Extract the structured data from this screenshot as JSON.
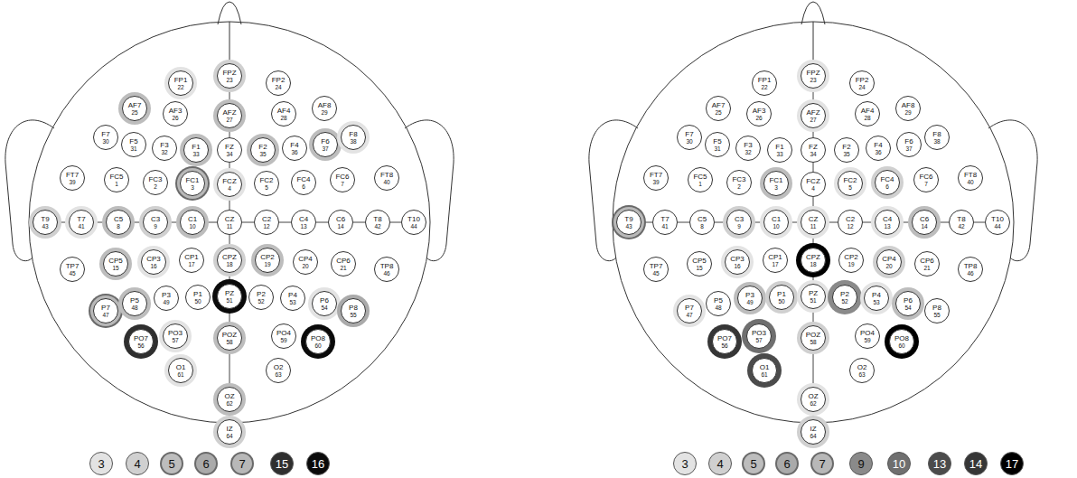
{
  "diagram": {
    "nodes": [
      {
        "text": [
          "FP1",
          "22"
        ]
      },
      {
        "text": [
          "FPZ",
          "23"
        ]
      },
      {
        "text": [
          "FP2",
          "24"
        ]
      },
      {
        "text": [
          "AF7",
          "25"
        ]
      },
      {
        "text": [
          "AF3",
          "26"
        ]
      },
      {
        "text": [
          "AFZ",
          "27"
        ]
      },
      {
        "text": [
          "AF4",
          "28"
        ]
      },
      {
        "text": [
          "AF8",
          "29"
        ]
      },
      {
        "text": [
          "F7",
          "30"
        ]
      },
      {
        "text": [
          "F5",
          "31"
        ]
      },
      {
        "text": [
          "F3",
          "32"
        ]
      },
      {
        "text": [
          "F1",
          "33"
        ]
      },
      {
        "text": [
          "FZ",
          "34"
        ]
      },
      {
        "text": [
          "F2",
          "35"
        ]
      },
      {
        "text": [
          "F4",
          "36"
        ]
      },
      {
        "text": [
          "F6",
          "37"
        ]
      },
      {
        "text": [
          "F8",
          "38"
        ]
      },
      {
        "text": [
          "FT7",
          "39"
        ]
      },
      {
        "text": [
          "FC5",
          "1"
        ]
      },
      {
        "text": [
          "FC3",
          "2"
        ]
      },
      {
        "text": [
          "FC1",
          "3"
        ]
      },
      {
        "text": [
          "FCZ",
          "4"
        ]
      },
      {
        "text": [
          "FC2",
          "5"
        ]
      },
      {
        "text": [
          "FC4",
          "6"
        ]
      },
      {
        "text": [
          "FC6",
          "7"
        ]
      },
      {
        "text": [
          "FT8",
          "40"
        ]
      },
      {
        "text": [
          "T9",
          "43"
        ]
      },
      {
        "text": [
          "T7",
          "41"
        ]
      },
      {
        "text": [
          "C5",
          "8"
        ]
      },
      {
        "text": [
          "C3",
          "9"
        ]
      },
      {
        "text": [
          "C1",
          "10"
        ]
      },
      {
        "text": [
          "CZ",
          "11"
        ]
      },
      {
        "text": [
          "C2",
          "12"
        ]
      },
      {
        "text": [
          "C4",
          "13"
        ]
      },
      {
        "text": [
          "C6",
          "14"
        ]
      },
      {
        "text": [
          "T8",
          "42"
        ]
      },
      {
        "text": [
          "T10",
          "44"
        ]
      },
      {
        "text": [
          "TP7",
          "45"
        ]
      },
      {
        "text": [
          "CP5",
          "15"
        ]
      },
      {
        "text": [
          "CP3",
          "16"
        ]
      },
      {
        "text": [
          "CP1",
          "17"
        ]
      },
      {
        "text": [
          "CPZ",
          "18"
        ]
      },
      {
        "text": [
          "CP2",
          "19"
        ]
      },
      {
        "text": [
          "CP4",
          "20"
        ]
      },
      {
        "text": [
          "CP6",
          "21"
        ]
      },
      {
        "text": [
          "TP8",
          "46"
        ]
      },
      {
        "text": [
          "P7",
          "47"
        ]
      },
      {
        "text": [
          "P5",
          "48"
        ]
      },
      {
        "text": [
          "P3",
          "49"
        ]
      },
      {
        "text": [
          "P1",
          "50"
        ]
      },
      {
        "text": [
          "PZ",
          "51"
        ]
      },
      {
        "text": [
          "P2",
          "52"
        ]
      },
      {
        "text": [
          "P4",
          "53"
        ]
      },
      {
        "text": [
          "P6",
          "54"
        ]
      },
      {
        "text": [
          "P8",
          "55"
        ]
      },
      {
        "text": [
          "PO7",
          "56"
        ]
      },
      {
        "text": [
          "PO3",
          "57"
        ]
      },
      {
        "text": [
          "POZ",
          "58"
        ]
      },
      {
        "text": [
          "PO4",
          "59"
        ]
      },
      {
        "text": [
          "PO8",
          "60"
        ]
      },
      {
        "text": [
          "O1",
          "61"
        ]
      },
      {
        "text": [
          "OZ",
          "62"
        ]
      },
      {
        "text": [
          "O2",
          "63"
        ]
      },
      {
        "text": [
          "IZ",
          "64"
        ]
      },
      {
        "text": [
          "FP1",
          "22"
        ]
      },
      {
        "text": [
          "FPZ",
          "23"
        ]
      },
      {
        "text": [
          "FP2",
          "24"
        ]
      },
      {
        "text": [
          "AF7",
          "25"
        ]
      },
      {
        "text": [
          "AF3",
          "26"
        ]
      },
      {
        "text": [
          "AFZ",
          "27"
        ]
      },
      {
        "text": [
          "AF4",
          "28"
        ]
      },
      {
        "text": [
          "AF8",
          "29"
        ]
      },
      {
        "text": [
          "F7",
          "30"
        ]
      },
      {
        "text": [
          "F5",
          "31"
        ]
      },
      {
        "text": [
          "F3",
          "32"
        ]
      },
      {
        "text": [
          "F1",
          "33"
        ]
      },
      {
        "text": [
          "FZ",
          "34"
        ]
      },
      {
        "text": [
          "F2",
          "35"
        ]
      },
      {
        "text": [
          "F4",
          "36"
        ]
      },
      {
        "text": [
          "F6",
          "37"
        ]
      },
      {
        "text": [
          "F8",
          "38"
        ]
      },
      {
        "text": [
          "FT7",
          "39"
        ]
      },
      {
        "text": [
          "FC5",
          "1"
        ]
      },
      {
        "text": [
          "FC3",
          "2"
        ]
      },
      {
        "text": [
          "FC1",
          "3"
        ]
      },
      {
        "text": [
          "FCZ",
          "4"
        ]
      },
      {
        "text": [
          "FC2",
          "5"
        ]
      },
      {
        "text": [
          "FC4",
          "6"
        ]
      },
      {
        "text": [
          "FC6",
          "7"
        ]
      },
      {
        "text": [
          "FT8",
          "40"
        ]
      },
      {
        "text": [
          "T9",
          "43"
        ]
      },
      {
        "text": [
          "T7",
          "41"
        ]
      },
      {
        "text": [
          "C5",
          "8"
        ]
      },
      {
        "text": [
          "C3",
          "9"
        ]
      },
      {
        "text": [
          "C1",
          "10"
        ]
      },
      {
        "text": [
          "CZ",
          "11"
        ]
      },
      {
        "text": [
          "C2",
          "12"
        ]
      },
      {
        "text": [
          "C4",
          "13"
        ]
      },
      {
        "text": [
          "C6",
          "14"
        ]
      },
      {
        "text": [
          "T8",
          "42"
        ]
      },
      {
        "text": [
          "T10",
          "44"
        ]
      },
      {
        "text": [
          "TP7",
          "45"
        ]
      },
      {
        "text": [
          "CP5",
          "15"
        ]
      },
      {
        "text": [
          "CP3",
          "16"
        ]
      },
      {
        "text": [
          "CP1",
          "17"
        ]
      },
      {
        "text": [
          "CPZ",
          "18"
        ]
      },
      {
        "text": [
          "CP2",
          "19"
        ]
      },
      {
        "text": [
          "CP4",
          "20"
        ]
      },
      {
        "text": [
          "CP6",
          "21"
        ]
      },
      {
        "text": [
          "TP8",
          "46"
        ]
      },
      {
        "text": [
          "P7",
          "47"
        ]
      },
      {
        "text": [
          "P5",
          "48"
        ]
      },
      {
        "text": [
          "P3",
          "49"
        ]
      },
      {
        "text": [
          "P1",
          "50"
        ]
      },
      {
        "text": [
          "PZ",
          "51"
        ]
      },
      {
        "text": [
          "P2",
          "52"
        ]
      },
      {
        "text": [
          "P4",
          "53"
        ]
      },
      {
        "text": [
          "P6",
          "54"
        ]
      },
      {
        "text": [
          "P8",
          "55"
        ]
      },
      {
        "text": [
          "PO7",
          "56"
        ]
      },
      {
        "text": [
          "PO3",
          "57"
        ]
      },
      {
        "text": [
          "POZ",
          "58"
        ]
      },
      {
        "text": [
          "PO4",
          "59"
        ]
      },
      {
        "text": [
          "PO8",
          "60"
        ]
      },
      {
        "text": [
          "O1",
          "61"
        ]
      },
      {
        "text": [
          "OZ",
          "62"
        ]
      },
      {
        "text": [
          "O2",
          "63"
        ]
      },
      {
        "text": [
          "IZ",
          "64"
        ]
      }
    ],
    "edges": [
      {
        "from": 1,
        "to": 5,
        "arrow": "none"
      },
      {
        "from": 5,
        "to": 12,
        "arrow": "none"
      },
      {
        "from": 12,
        "to": 21,
        "arrow": "none"
      },
      {
        "from": 21,
        "to": 31,
        "arrow": "none"
      },
      {
        "from": 31,
        "to": 41,
        "arrow": "none"
      },
      {
        "from": 41,
        "to": 50,
        "arrow": "none"
      },
      {
        "from": 50,
        "to": 57,
        "arrow": "none"
      },
      {
        "from": 57,
        "to": 61,
        "arrow": "none"
      },
      {
        "from": 61,
        "to": 63,
        "arrow": "none"
      },
      {
        "from": 26,
        "to": 27,
        "arrow": "none"
      },
      {
        "from": 27,
        "to": 28,
        "arrow": "none"
      },
      {
        "from": 28,
        "to": 29,
        "arrow": "none"
      },
      {
        "from": 29,
        "to": 30,
        "arrow": "none"
      },
      {
        "from": 30,
        "to": 31,
        "arrow": "none"
      },
      {
        "from": 31,
        "to": 32,
        "arrow": "none"
      },
      {
        "from": 32,
        "to": 33,
        "arrow": "none"
      },
      {
        "from": 33,
        "to": 34,
        "arrow": "none"
      },
      {
        "from": 34,
        "to": 35,
        "arrow": "none"
      },
      {
        "from": 35,
        "to": 36,
        "arrow": "none"
      },
      {
        "from": 65,
        "to": 69,
        "arrow": "none"
      },
      {
        "from": 69,
        "to": 76,
        "arrow": "none"
      },
      {
        "from": 76,
        "to": 85,
        "arrow": "none"
      },
      {
        "from": 85,
        "to": 95,
        "arrow": "none"
      },
      {
        "from": 95,
        "to": 105,
        "arrow": "none"
      },
      {
        "from": 105,
        "to": 114,
        "arrow": "none"
      },
      {
        "from": 114,
        "to": 121,
        "arrow": "none"
      },
      {
        "from": 121,
        "to": 125,
        "arrow": "none"
      },
      {
        "from": 125,
        "to": 127,
        "arrow": "none"
      },
      {
        "from": 90,
        "to": 91,
        "arrow": "none"
      },
      {
        "from": 91,
        "to": 92,
        "arrow": "none"
      },
      {
        "from": 92,
        "to": 93,
        "arrow": "none"
      },
      {
        "from": 93,
        "to": 94,
        "arrow": "none"
      },
      {
        "from": 94,
        "to": 95,
        "arrow": "none"
      },
      {
        "from": 95,
        "to": 96,
        "arrow": "none"
      },
      {
        "from": 96,
        "to": 97,
        "arrow": "none"
      },
      {
        "from": 97,
        "to": 98,
        "arrow": "none"
      },
      {
        "from": 98,
        "to": 99,
        "arrow": "none"
      },
      {
        "from": 99,
        "to": 100,
        "arrow": "none"
      }
    ],
    "legend": [
      {
        "text": "3",
        "color": "#e3e3e3"
      },
      {
        "text": "4",
        "color": "#d0d0d0"
      },
      {
        "text": "5",
        "color": "#bdbdbd"
      },
      {
        "text": "6",
        "color": "#aaaaaa"
      },
      {
        "text": "7",
        "color": "#b8b8b8"
      },
      {
        "text": "15",
        "color": "#2f2f2f"
      },
      {
        "text": "16",
        "color": "#0a0a0a"
      },
      {
        "text": "3",
        "color": "#e3e3e3"
      },
      {
        "text": "4",
        "color": "#d0d0d0"
      },
      {
        "text": "5",
        "color": "#bdbdbd"
      },
      {
        "text": "6",
        "color": "#aaaaaa"
      },
      {
        "text": "7",
        "color": "#b8b8b8"
      },
      {
        "text": "9",
        "color": "#8a8a8a"
      },
      {
        "text": "10",
        "color": "#6f6f6f"
      },
      {
        "text": "13",
        "color": "#4b4b4b"
      },
      {
        "text": "14",
        "color": "#363636"
      },
      {
        "text": "17",
        "color": "#000000"
      }
    ]
  }
}
